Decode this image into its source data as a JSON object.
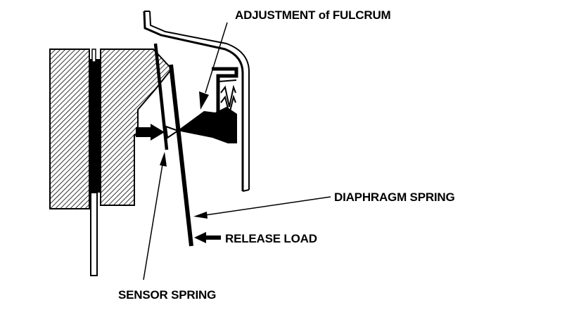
{
  "diagram": {
    "labels": {
      "adjustment": "ADJUSTMENT of FULCRUM",
      "diaphragm": "DIAPHRAGM SPRING",
      "release": "RELEASE LOAD",
      "sensor": "SENSOR SPRING"
    },
    "colors": {
      "ink": "#000000",
      "paper": "#ffffff"
    }
  }
}
